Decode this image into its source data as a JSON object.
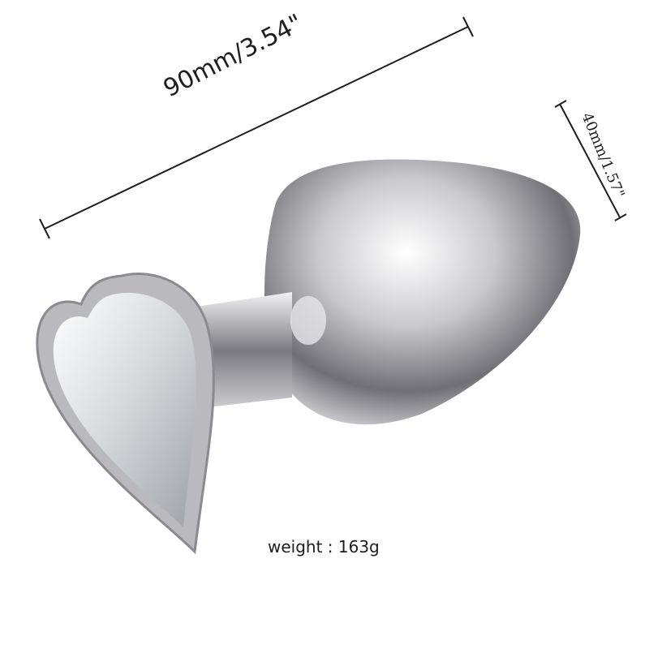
{
  "product": {
    "name": "Stainless steel product with heart-shaped crystal base",
    "finish_color": "#c8c8cc",
    "gem_color": "#e8eaec"
  },
  "dimensions": {
    "length_label": "90mm/3.54\"",
    "diameter_label": "40mm/1.57\"",
    "weight_label": "weight : 163g"
  },
  "colors": {
    "background": "#ffffff",
    "annotation": "#1e1e1e"
  }
}
